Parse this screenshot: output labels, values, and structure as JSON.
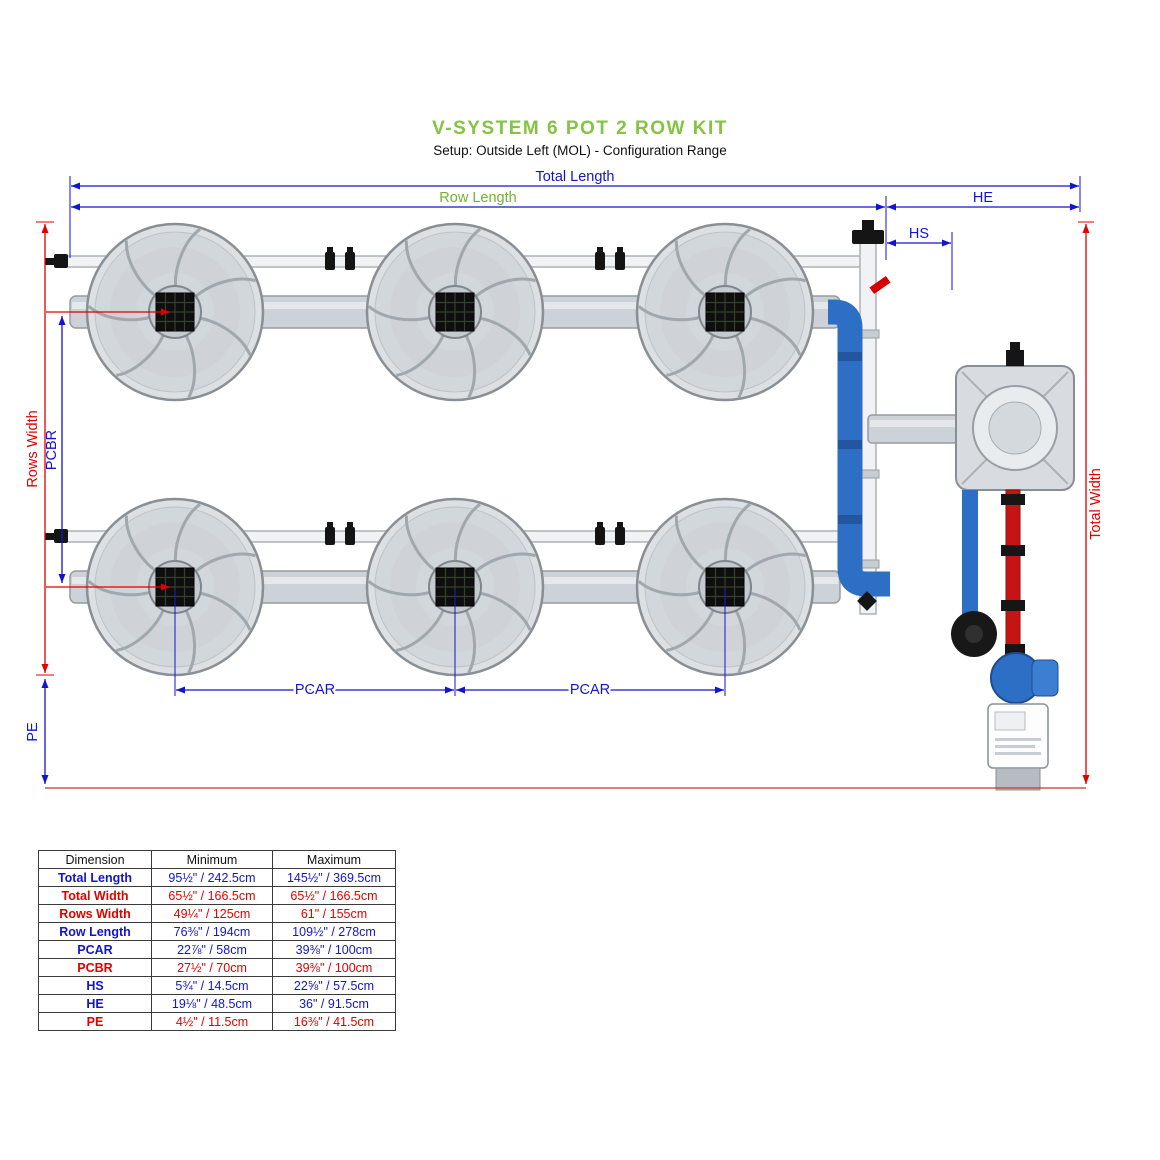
{
  "title": "V-SYSTEM 6 POT 2 ROW KIT",
  "subtitle": "Setup: Outside Left (MOL) - Configuration Range",
  "diagram": {
    "labels": {
      "total_length": "Total Length",
      "row_length": "Row Length",
      "he": "HE",
      "hs": "HS",
      "rows_width": "Rows Width",
      "pcbr": "PCBR",
      "pcar_left": "PCAR",
      "pcar_right": "PCAR",
      "pe": "PE",
      "total_width": "Total Width"
    },
    "colors": {
      "dimension_blue": "#1414cc",
      "dimension_red": "#e00000",
      "label_green": "#74b32c",
      "title_green": "#84c441",
      "pipe_blue": "#2e6fc6",
      "pipe_red": "#c61414"
    }
  },
  "table": {
    "headers": [
      "Dimension",
      "Minimum",
      "Maximum"
    ],
    "rows": [
      {
        "dimension": "Total Length",
        "minimum": "95½\" / 242.5cm",
        "maximum": "145½\" / 369.5cm",
        "color": "blue"
      },
      {
        "dimension": "Total Width",
        "minimum": "65½\" / 166.5cm",
        "maximum": "65½\" / 166.5cm",
        "color": "red"
      },
      {
        "dimension": "Rows Width",
        "minimum": "49¼\" / 125cm",
        "maximum": "61\" / 155cm",
        "color": "red"
      },
      {
        "dimension": "Row Length",
        "minimum": "76⅜\" / 194cm",
        "maximum": "109½\" / 278cm",
        "color": "blue"
      },
      {
        "dimension": "PCAR",
        "minimum": "22⅞\" / 58cm",
        "maximum": "39⅜\" / 100cm",
        "color": "blue"
      },
      {
        "dimension": "PCBR",
        "minimum": "27½\" / 70cm",
        "maximum": "39⅜\" / 100cm",
        "color": "red"
      },
      {
        "dimension": "HS",
        "minimum": "5¾\" / 14.5cm",
        "maximum": "22⅝\" / 57.5cm",
        "color": "blue"
      },
      {
        "dimension": "HE",
        "minimum": "19⅛\" / 48.5cm",
        "maximum": "36\" / 91.5cm",
        "color": "blue"
      },
      {
        "dimension": "PE",
        "minimum": "4½\" / 11.5cm",
        "maximum": "16⅜\" / 41.5cm",
        "color": "red"
      }
    ]
  }
}
